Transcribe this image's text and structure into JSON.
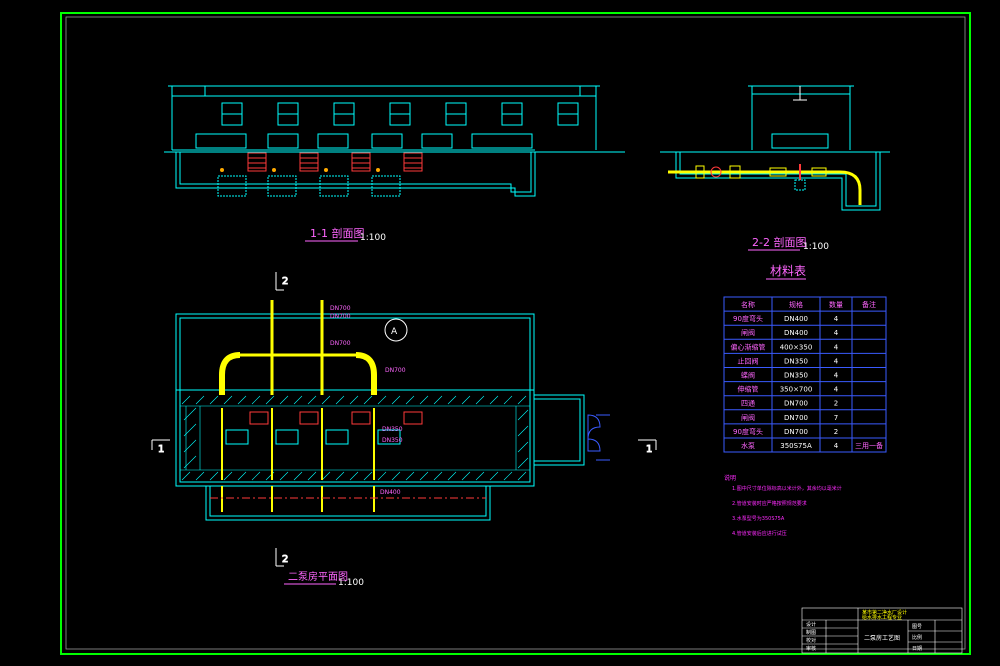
{
  "colors": {
    "background": "#000000",
    "border": "#00ff00",
    "structure": "#00ffff",
    "frame": "#ffffff",
    "pipe": "#ffff00",
    "table": "#3a5bff",
    "note": "#ff2bff",
    "title": "#ff66ff",
    "brick": "#ff3a3a",
    "fitting": "#ff8800"
  },
  "drawing": {
    "section_1_1": {
      "title": "1-1 剖面图",
      "scale": "1:100"
    },
    "section_2_2": {
      "title": "2-2 剖面图",
      "scale": "1:100"
    },
    "plan": {
      "title": "二泵房平面图",
      "scale": "1:100",
      "cut_mark_1": "1",
      "cut_mark_2": "2",
      "pipe_labels": [
        "DN700",
        "DN700",
        "DN700",
        "DN700",
        "DN350",
        "DN350",
        "DN400"
      ],
      "callout": "A"
    }
  },
  "material_table": {
    "title": "材料表",
    "headers": [
      "名称",
      "规格",
      "数量",
      "备注"
    ],
    "rows": [
      [
        "90度弯头",
        "DN400",
        "4",
        ""
      ],
      [
        "闸阀",
        "DN400",
        "4",
        ""
      ],
      [
        "偏心渐缩管",
        "400×350",
        "4",
        ""
      ],
      [
        "止回阀",
        "DN350",
        "4",
        ""
      ],
      [
        "蝶阀",
        "DN350",
        "4",
        ""
      ],
      [
        "伸缩管",
        "350×700",
        "4",
        ""
      ],
      [
        "四通",
        "DN700",
        "2",
        ""
      ],
      [
        "闸阀",
        "DN700",
        "7",
        ""
      ],
      [
        "90度弯头",
        "DN700",
        "2",
        ""
      ],
      [
        "水泵",
        "350S75A",
        "4",
        "三用一备"
      ]
    ]
  },
  "notes": {
    "title": "说明",
    "items": [
      "1.图中尺寸单位除标高以米计外，其余均以毫米计",
      "2.管道安装时应严格按照规范要求",
      "3.水泵型号为350S75A",
      "4.管道安装后应进行试压"
    ]
  },
  "title_block": {
    "company": "某市第二净水厂设计",
    "subtitle": "给水排水工程专业",
    "drawing_name": "二泵房工艺图",
    "rows": [
      "设计",
      "制图",
      "校对",
      "审核"
    ],
    "right_cells": [
      "图号",
      "比例",
      "日期"
    ]
  }
}
